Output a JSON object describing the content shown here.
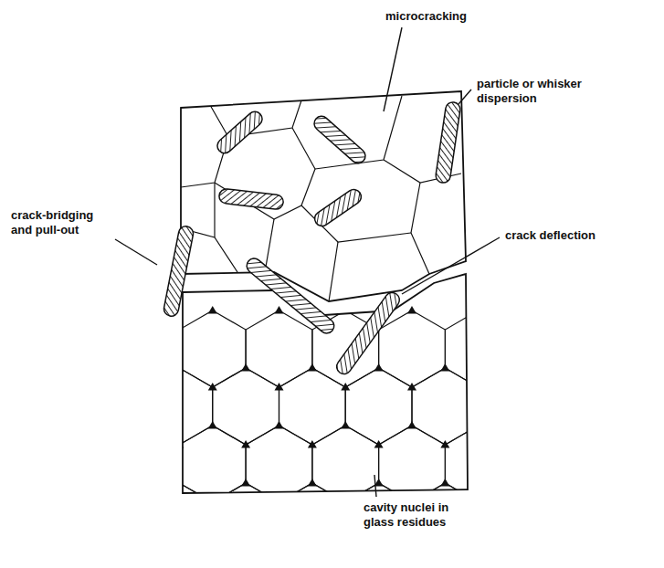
{
  "diagram": {
    "labels": [
      "microcracking",
      "particle or whisker dispersion",
      "crack-bridging and pull-out",
      "crack deflection",
      "cavity nuclei in glass residues"
    ]
  }
}
